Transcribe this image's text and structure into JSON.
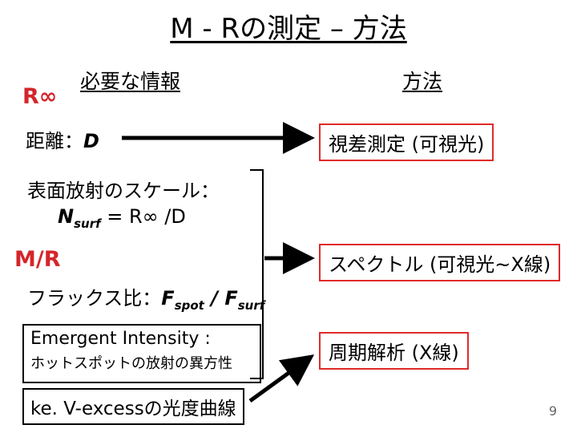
{
  "title": "M - Rの測定 – 方法",
  "r_inf": "R∞",
  "mr": "M/R",
  "headers": {
    "info": "必要な情報",
    "method": "方法"
  },
  "distance": {
    "label": "距離：",
    "var": "D"
  },
  "surface": {
    "line1": "表面放射のスケール：",
    "n": "N",
    "n_sub": "surf",
    "eq": " = R∞ /D"
  },
  "flux": {
    "label": "フラックス比：",
    "f1": "F",
    "f1_sub": "spot",
    "slash": " / ",
    "f2": "F",
    "f2_sub": "surf"
  },
  "emergent": {
    "line1": "Emergent Intensity :",
    "line2": "ホットスポットの放射の異方性"
  },
  "kev": "ke. V-excessの光度曲線",
  "methods": {
    "parallax": "視差測定 (可視光)",
    "spectrum": "スペクトル (可視光~X線)",
    "periodic": "周期解析 (X線)"
  },
  "page_number": "9"
}
